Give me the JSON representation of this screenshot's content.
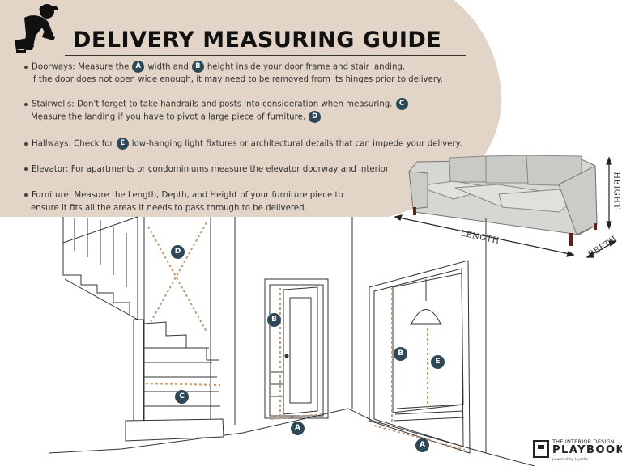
{
  "title": "DELIVERY MEASURING GUIDE",
  "bullets": [
    {
      "pre": "Doorways: Measure the",
      "b1": "A",
      "mid": "width and",
      "b2": "B",
      "post": "height inside your door frame and stair landing.",
      "line2": "If the door does not open wide enough, it may need to be removed from its hinges prior to delivery."
    },
    {
      "line1": "Stairwells: Don't forget to take handrails and posts into consideration when measuring.",
      "b1": "C",
      "line2": "Measure the landing if you have to pivot a large piece of furniture.",
      "b2": "D"
    },
    {
      "pre": "Hallways: Check for",
      "b1": "E",
      "post": "low-hanging light fixtures or architectural details that can impede your delivery."
    },
    {
      "line1": "Elevator: For apartments or condominiums measure the elevator doorway and interior"
    },
    {
      "line1": "Furniture: Measure the Length, Depth, and Height of your furniture piece to",
      "line2": "ensure it fits all the areas it needs to pass through to be delivered."
    }
  ],
  "sofa_labels": {
    "length": "LENGTH",
    "height": "HEIGHT",
    "depth": "DEPTH"
  },
  "markers": {
    "d": "D",
    "c": "C",
    "b1": "B",
    "a1": "A",
    "b2": "B",
    "e": "E",
    "a2": "A"
  },
  "brand": {
    "line1": "THE INTERIOR DESIGN",
    "line2": "PLAYBOOK",
    "line3": "powered by Hydrha"
  },
  "colors": {
    "banner": "#e2d4c6",
    "badge": "#2f4858",
    "dotted": "#c49a7a"
  }
}
